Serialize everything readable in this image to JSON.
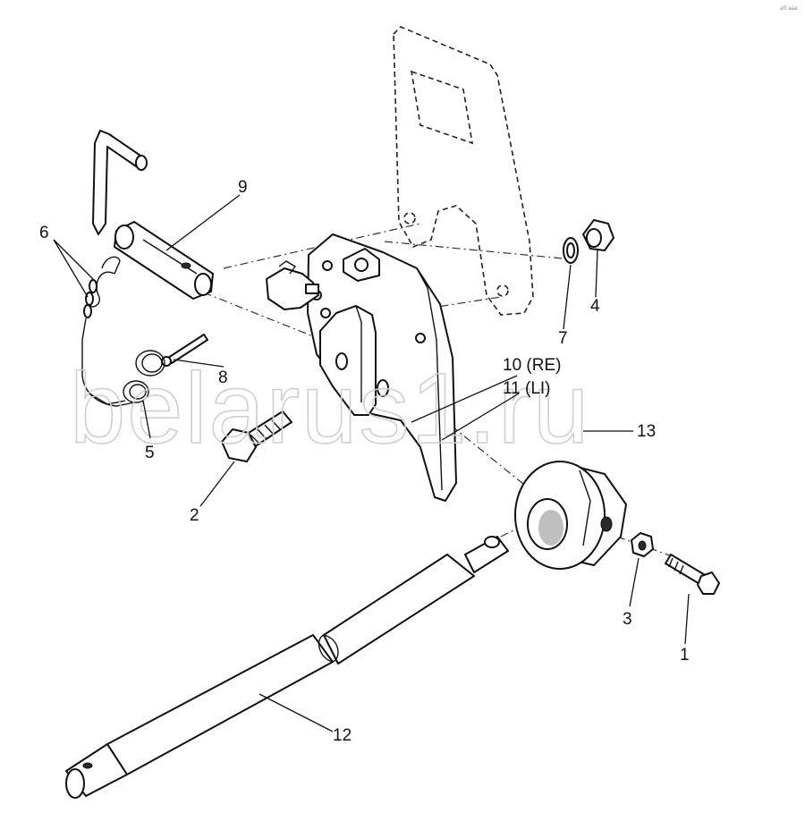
{
  "watermark": "belarus1.ru",
  "corner_mark": "a® aaa",
  "labels": {
    "p1": "1",
    "p2": "2",
    "p3": "3",
    "p4": "4",
    "p5": "5",
    "p6": "6",
    "p7": "7",
    "p8": "8",
    "p9": "9",
    "p10": "10 (RE)",
    "p11": "11 (LI)",
    "p12": "12",
    "p13": "13"
  }
}
